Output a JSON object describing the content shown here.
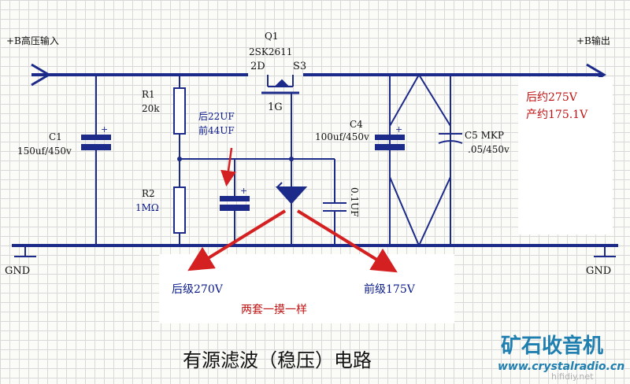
{
  "labels": {
    "input": "+B高压输入",
    "output": "+B输出",
    "q1": "Q1",
    "q1_part": "2SK2611",
    "pin_d": "2D",
    "pin_s": "S3",
    "pin_g": "1G",
    "r1": "R1",
    "r1_val": "20k",
    "r2": "R2",
    "r2_val": "1MΩ",
    "c1": "C1",
    "c1_val": "150uf/450v",
    "cap_note1": "后22UF",
    "cap_note2": "前44UF",
    "c4": "C4",
    "c4_val": "100uf/450v",
    "c5": "C5 MKP",
    "c5_val": ".05/450v",
    "small_cap": "0.1UF",
    "note_out1": "后约275V",
    "note_out2": "产约175.1V",
    "gnd_left": "GND",
    "gnd_right": "GND",
    "rear_stage": "后级270V",
    "front_stage": "前级175V",
    "same": "两套一摸一样",
    "title": "有源滤波（稳压）电路",
    "wm_cn": "矿石收音机",
    "wm_url": "www.crystalradio.cn",
    "wm_small": "hifidiy.net"
  },
  "colors": {
    "wire": "#1c2a8a",
    "component": "#1c2a8a",
    "arrow": "#d42020",
    "accent_red": "#c01010"
  }
}
